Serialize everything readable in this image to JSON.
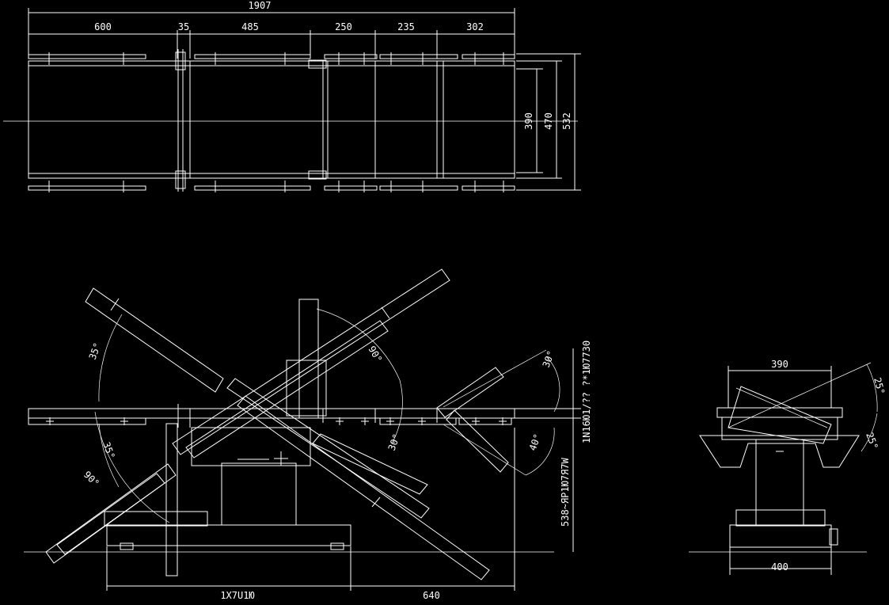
{
  "plan_view": {
    "dimensions": {
      "overall": "1907",
      "segments": [
        "600",
        "35",
        "485",
        "250",
        "235",
        "302"
      ],
      "widths": [
        "390",
        "470",
        "532"
      ]
    }
  },
  "side_view": {
    "angles": {
      "back_up": "35°",
      "back_down": "35°",
      "back_rotate": "90°",
      "back_rotate_lower": "90°",
      "leg_up": "30°",
      "leg_down": "40°",
      "foot_down": "30°"
    },
    "height_label": "538~ЯР1Ю7Я7W",
    "top_label": "1N16Ю1/?? ?*1Ю7730",
    "base_label": "1X7U1Ю",
    "base_dim": "640"
  },
  "end_view": {
    "top_width": "390",
    "base_width": "400",
    "tilt_angle_top": "25°",
    "tilt_angle_side": "25°"
  }
}
